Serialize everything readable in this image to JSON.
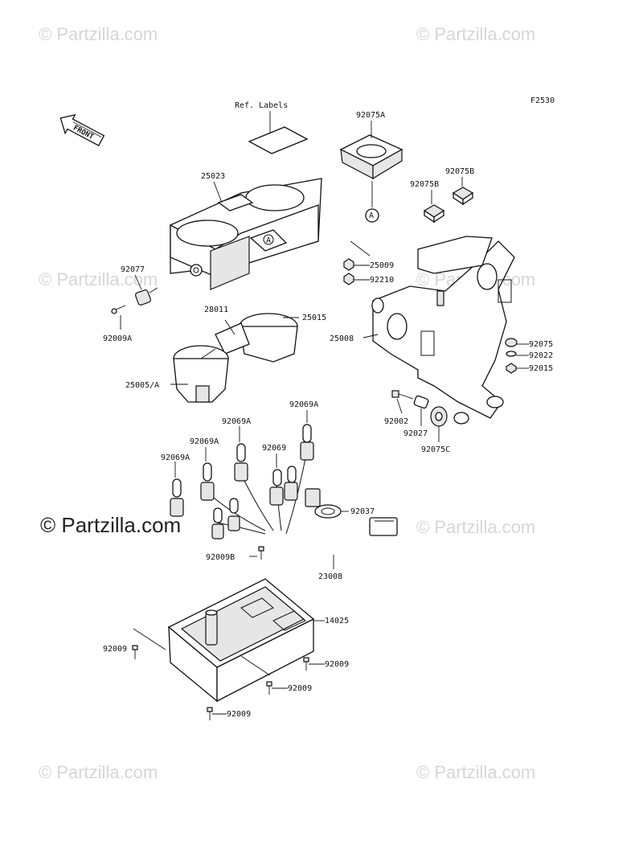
{
  "figure_code": "F2530",
  "front_label": "FRONT",
  "watermark": "© Partzilla.com",
  "callout_a": "A",
  "parts": {
    "ref_labels": "Ref. Labels",
    "p92075a": "92075A",
    "p92075b_1": "92075B",
    "p92075b_2": "92075B",
    "p25023": "25023",
    "p92077": "92077",
    "p92009a": "92009A",
    "p28011": "28011",
    "p25015": "25015",
    "p25005a": "25005/A",
    "p25009": "25009",
    "p92210": "92210",
    "p25008": "25008",
    "p92075": "92075",
    "p92022": "92022",
    "p92015": "92015",
    "p92002": "92002",
    "p92027": "92027",
    "p92075c": "92075C",
    "p92069a_1": "92069A",
    "p92069a_2": "92069A",
    "p92069a_3": "92069A",
    "p92069a_4": "92069A",
    "p92069": "92069",
    "p92037": "92037",
    "p92009b": "92009B",
    "p23008": "23008",
    "p14025": "14025",
    "p92009_1": "92009",
    "p92009_2": "92009",
    "p92009_3": "92009",
    "p92009_4": "92009"
  }
}
